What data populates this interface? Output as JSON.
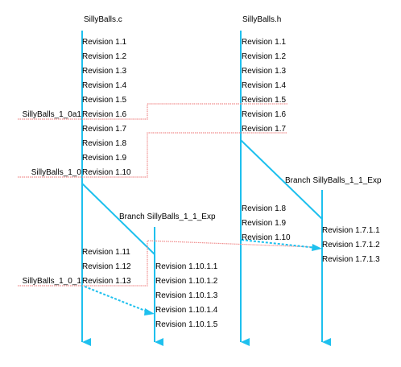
{
  "colors": {
    "trunk": "#1ec0ee",
    "tag_link": "#f08c8c",
    "merge_arrow": "#1ec0ee",
    "text": "#000000",
    "background": "#ffffff"
  },
  "files": [
    {
      "name": "SillyBalls.c",
      "revisions": [
        "Revision 1.1",
        "Revision 1.2",
        "Revision 1.3",
        "Revision 1.4",
        "Revision 1.5",
        "Revision 1.6",
        "Revision 1.7",
        "Revision 1.8",
        "Revision 1.9",
        "Revision 1.10"
      ],
      "branch_label": "Branch SillyBalls_1_1_Exp",
      "branch_revisions": [
        "Revision 1.10.1.1",
        "Revision 1.10.1.2",
        "Revision 1.10.1.3",
        "Revision 1.10.1.4",
        "Revision 1.10.1.5"
      ],
      "trunk_after_branch": [
        "Revision 1.11",
        "Revision 1.12",
        "Revision 1.13"
      ]
    },
    {
      "name": "SillyBalls.h",
      "revisions": [
        "Revision 1.1",
        "Revision 1.2",
        "Revision 1.3",
        "Revision 1.4",
        "Revision 1.5",
        "Revision 1.6",
        "Revision 1.7"
      ],
      "branch_label": "Branch SillyBalls_1_1_Exp",
      "branch_revisions": [
        "Revision 1.7.1.1",
        "Revision 1.7.1.2",
        "Revision 1.7.1.3"
      ],
      "trunk_after_branch": [
        "Revision 1.8",
        "Revision 1.9",
        "Revision 1.10"
      ]
    }
  ],
  "tags": [
    "SillyBalls_1_0a1",
    "SillyBalls_1_0",
    "SillyBalls_1_0_1"
  ]
}
